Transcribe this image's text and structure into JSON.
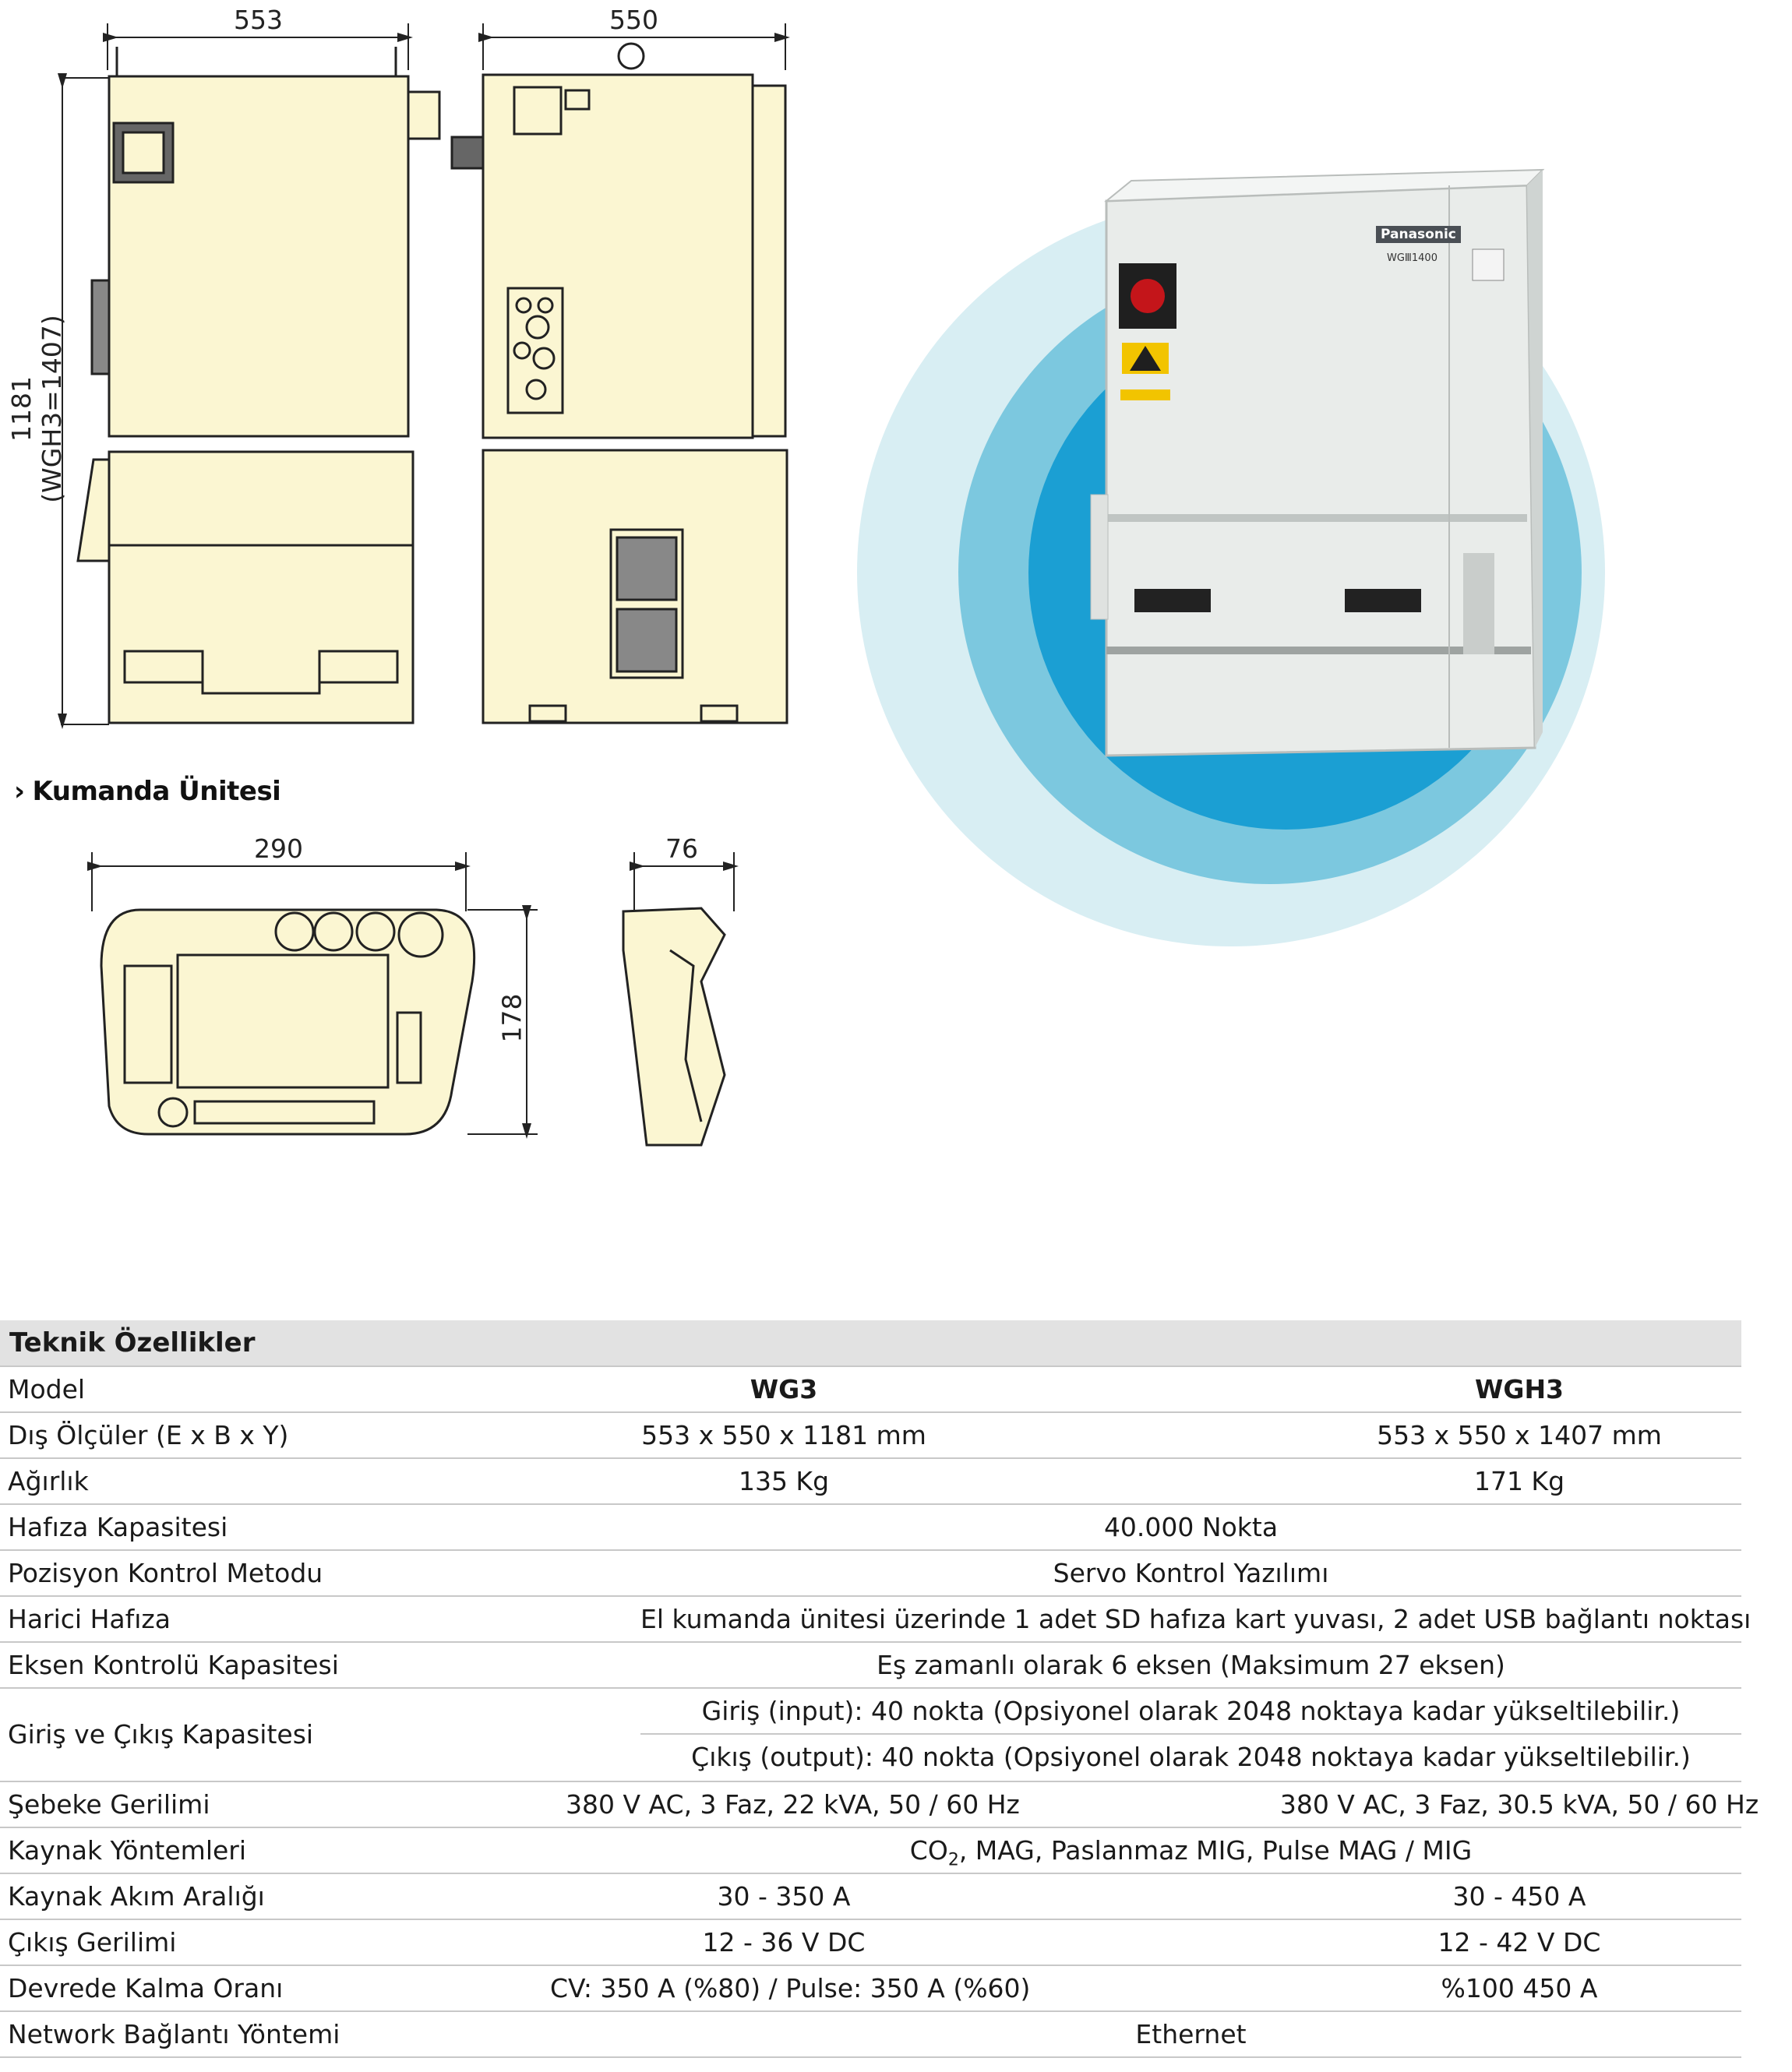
{
  "dimensions": {
    "controller_width": "553",
    "controller_depth": "550",
    "controller_height": "1181 (WGH3=1407)",
    "pendant_width": "290",
    "pendant_height": "178",
    "pendant_depth": "76"
  },
  "section_heading": "Kumanda Ünitesi",
  "product_photo": {
    "brand": "Panasonic",
    "model_label": "WGⅢ1400"
  },
  "specs": {
    "title": "Teknik Özellikler",
    "model_label": "Model",
    "model_wg3": "WG3",
    "model_wgh3": "WGH3",
    "rows": {
      "dims": {
        "label": "Dış Ölçüler (E x B x Y)",
        "wg3": "553 x 550 x 1181 mm",
        "wgh3": "553 x 550 x 1407 mm"
      },
      "weight": {
        "label": "Ağırlık",
        "wg3": "135 Kg",
        "wgh3": "171 Kg"
      },
      "memory": {
        "label": "Hafıza Kapasitesi",
        "value": "40.000 Nokta"
      },
      "position": {
        "label": "Pozisyon Kontrol Metodu",
        "value": "Servo Kontrol Yazılımı"
      },
      "ext_memory": {
        "label": "Harici Hafıza",
        "value": "El kumanda ünitesi üzerinde 1 adet SD hafıza kart yuvası, 2 adet USB bağlantı noktası"
      },
      "axis": {
        "label": "Eksen Kontrolü Kapasitesi",
        "value": "Eş zamanlı olarak 6 eksen (Maksimum 27 eksen)"
      },
      "io": {
        "label": "Giriş ve Çıkış Kapasitesi",
        "input": "Giriş (input): 40 nokta (Opsiyonel olarak 2048 noktaya kadar yükseltilebilir.)",
        "output": "Çıkış (output): 40 nokta (Opsiyonel olarak 2048 noktaya kadar yükseltilebilir.)"
      },
      "voltage": {
        "label": "Şebeke Gerilimi",
        "wg3": "380 V AC, 3 Faz, 22 kVA, 50 / 60 Hz",
        "wgh3": "380 V AC, 3 Faz, 30.5 kVA, 50 / 60 Hz"
      },
      "methods": {
        "label": "Kaynak Yöntemleri",
        "value_co": "CO",
        "value_sub": "2",
        "value_rest": ", MAG, Paslanmaz MIG, Pulse MAG / MIG"
      },
      "current": {
        "label": "Kaynak Akım Aralığı",
        "wg3": "30 - 350 A",
        "wgh3": "30 - 450 A"
      },
      "out_voltage": {
        "label": "Çıkış Gerilimi",
        "wg3": "12 - 36 V DC",
        "wgh3": "12 - 42 V DC"
      },
      "duty": {
        "label": "Devrede Kalma Oranı",
        "wg3": "CV: 350 A (%80) / Pulse: 350 A (%60)",
        "wgh3": "%100 450 A"
      },
      "network": {
        "label": "Network Bağlantı Yöntemi",
        "value": "Ethernet"
      }
    }
  },
  "colors": {
    "drawing_fill": "#fbf6d2",
    "circle_outer": "#cfe8ee",
    "circle_mid": "#6ec3dc",
    "circle_inner": "#1a9bd0",
    "table_header": "#e2e2e2"
  }
}
